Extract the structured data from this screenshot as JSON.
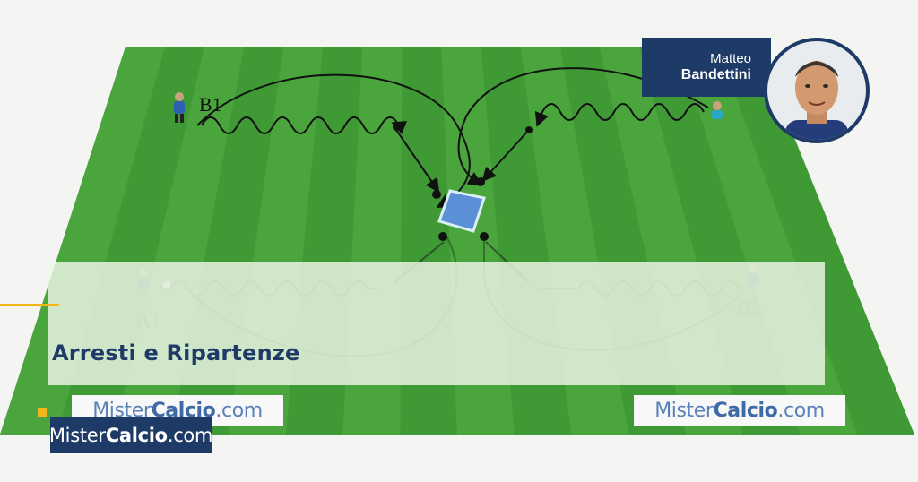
{
  "title": "Arresti e Ripartenze",
  "author": {
    "first_name": "Matteo",
    "last_name": "Bandettini"
  },
  "brand": {
    "prefix": "Mister",
    "name": "Calcio",
    "suffix": ".com"
  },
  "field_sign_left": {
    "prefix": "Mister",
    "name": "Calcio",
    "suffix": ".com"
  },
  "field_sign_right": {
    "prefix": "Mister",
    "name": "Calcio",
    "suffix": ".com"
  },
  "players": {
    "b1": "B1",
    "b2": "B2",
    "a1": "A1"
  },
  "colors": {
    "navy": "#1e3a66",
    "accent": "#f2b51a",
    "grass_light": "#4aa63c",
    "grass_dark": "#3a9232"
  }
}
